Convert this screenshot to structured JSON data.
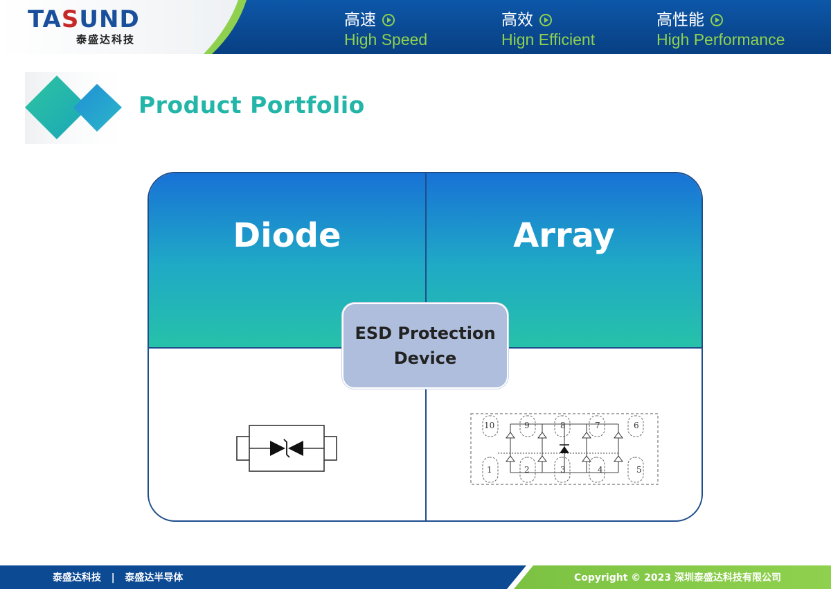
{
  "header": {
    "logo_main_a": "TA",
    "logo_main_b": "S",
    "logo_main_c": "UND",
    "logo_sub": "泰盛达科技",
    "slogans": [
      {
        "cn": "高速",
        "en": "High Speed"
      },
      {
        "cn": "高效",
        "en": "Hign Efficient"
      },
      {
        "cn": "高性能",
        "en": "High Performance"
      }
    ]
  },
  "section": {
    "title": "Product Portfolio"
  },
  "matrix": {
    "top_left_label": "Diode",
    "top_right_label": "Array",
    "center_line1": "ESD Protection",
    "center_line2": "Device",
    "array_pins": [
      "10",
      "9",
      "8",
      "7",
      "6",
      "1",
      "2",
      "3",
      "4",
      "5"
    ]
  },
  "footer": {
    "left": "泰盛达科技   |   泰盛达半导体",
    "right": "Copyright © 2023 深圳泰盛达科技有限公司"
  },
  "colors": {
    "brand_blue": "#1a4f9c",
    "header_blue": "#0d4a94",
    "green_accent": "#8fd14f",
    "teal_title": "#22b5a8",
    "center_box": "#aebedc"
  }
}
